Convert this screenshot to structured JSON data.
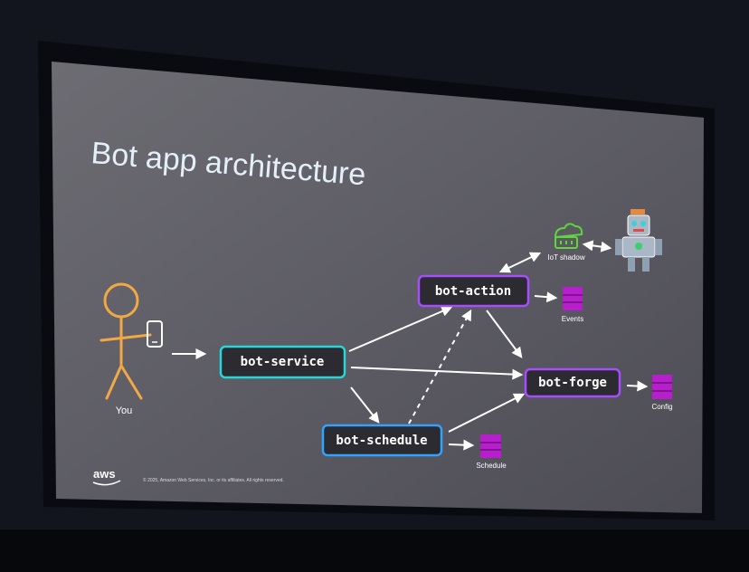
{
  "slide": {
    "title": "Bot app architecture",
    "footer": {
      "logo": "aws",
      "copyright": "© 2025, Amazon Web Services, Inc. or its affiliates. All rights reserved."
    }
  },
  "nodes": {
    "you": {
      "label": "You"
    },
    "bot_service": {
      "label": "bot-service",
      "color": "#27d6d6"
    },
    "bot_action": {
      "label": "bot-action",
      "color": "#a64dff"
    },
    "bot_forge": {
      "label": "bot-forge",
      "color": "#a64dff"
    },
    "bot_schedule": {
      "label": "bot-schedule",
      "color": "#2fa3ff"
    }
  },
  "resources": {
    "iot_shadow": {
      "label": "IoT shadow",
      "color": "#5fd63a"
    },
    "events": {
      "label": "Events",
      "color": "#b81fcc"
    },
    "config": {
      "label": "Config",
      "color": "#b81fcc"
    },
    "schedule": {
      "label": "Schedule",
      "color": "#b81fcc"
    }
  },
  "icons": [
    "stick-figure-icon",
    "phone-icon",
    "robot-icon",
    "cloud-chip-icon",
    "database-icon"
  ]
}
